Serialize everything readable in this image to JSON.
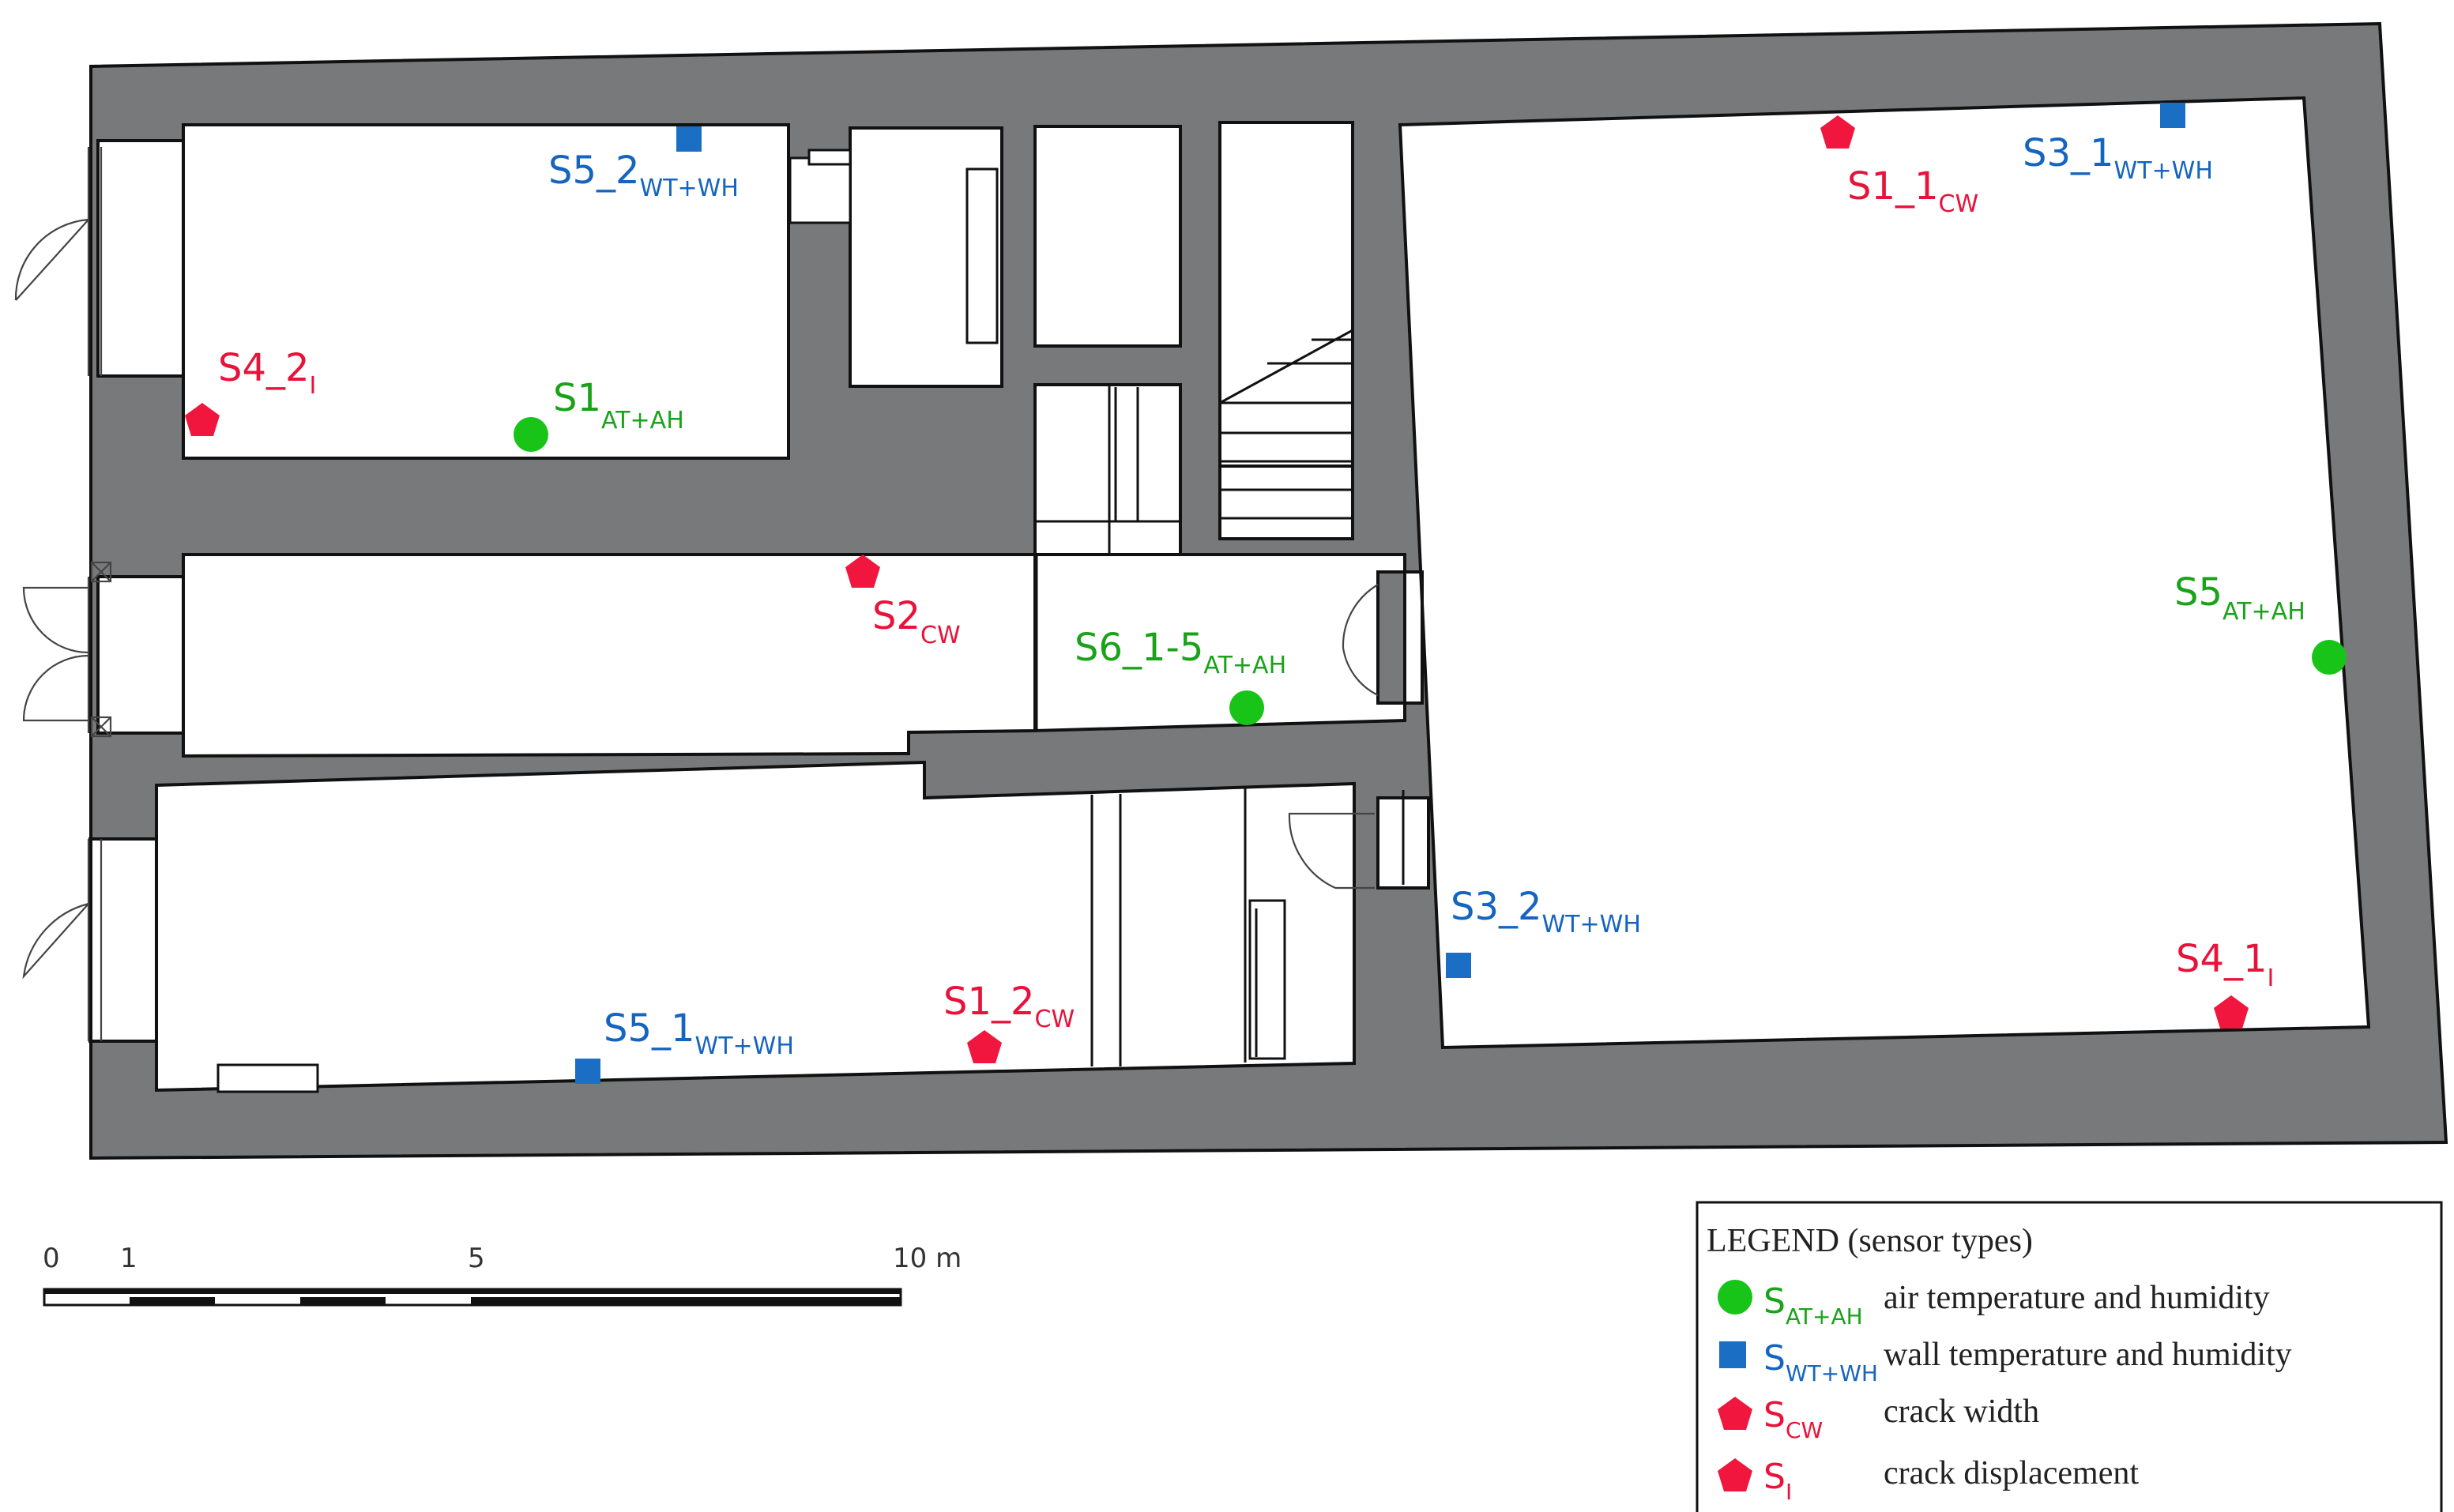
{
  "colors": {
    "wall": "#77797b",
    "air_sensor": "#18c418",
    "wall_sensor": "#1a6fc4",
    "crack_sensor": "#f0163e"
  },
  "sensors": {
    "s5_2": {
      "main": "S5_2",
      "sub": "WT+WH"
    },
    "s1_1": {
      "main": "S1_1",
      "sub": "CW"
    },
    "s3_1": {
      "main": "S3_1",
      "sub": "WT+WH"
    },
    "s4_2": {
      "main": "S4_2",
      "sub": "I"
    },
    "s1": {
      "main": "S1",
      "sub": "AT+AH"
    },
    "s2": {
      "main": "S2",
      "sub": "CW"
    },
    "s6": {
      "main": "S6_1-5",
      "sub": "AT+AH"
    },
    "s5": {
      "main": "S5",
      "sub": "AT+AH"
    },
    "s3_2": {
      "main": "S3_2",
      "sub": "WT+WH"
    },
    "s4_1": {
      "main": "S4_1",
      "sub": "I"
    },
    "s5_1": {
      "main": "S5_1",
      "sub": "WT+WH"
    },
    "s1_2": {
      "main": "S1_2",
      "sub": "CW"
    }
  },
  "scale_bar": {
    "ticks": [
      "0",
      "1",
      "5",
      "10 m"
    ]
  },
  "legend": {
    "title": "LEGEND (sensor types)",
    "items": [
      {
        "main": "S",
        "sub": "AT+AH",
        "desc": "air temperature and humidity",
        "icon": "green-circle"
      },
      {
        "main": "S",
        "sub": "WT+WH",
        "desc": "wall temperature and humidity",
        "icon": "blue-square"
      },
      {
        "main": "S",
        "sub": "CW",
        "desc": "crack width",
        "icon": "red-pentagon"
      },
      {
        "main": "S",
        "sub": "I",
        "desc": "crack displacement",
        "icon": "red-pentagon"
      }
    ]
  }
}
